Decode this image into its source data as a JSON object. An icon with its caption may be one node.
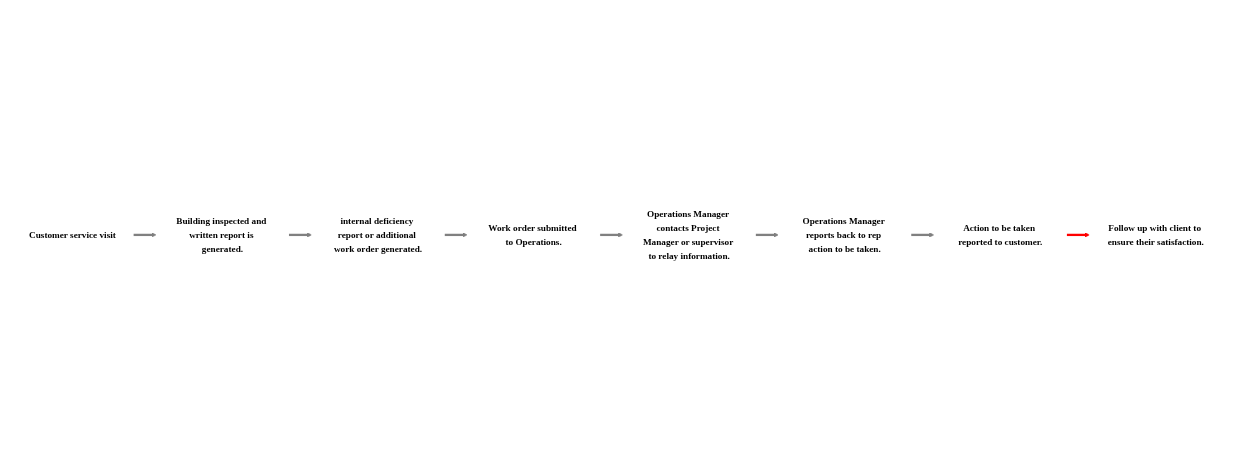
{
  "diagram": {
    "nodes": [
      {
        "text": [
          "Customer service visit"
        ]
      },
      {
        "text": [
          "Building inspected and written report is generated."
        ]
      },
      {
        "text": [
          "internal deficiency report or additional work order generated."
        ]
      },
      {
        "text": [
          "Work order submitted to Operations."
        ]
      },
      {
        "text": [
          "Operations Manager contacts Project Manager or supervisor to relay information."
        ]
      },
      {
        "text": [
          "Operations Manager reports back to rep action to be taken."
        ]
      },
      {
        "text": [
          "Action to be taken reported to customer."
        ]
      },
      {
        "text": [
          "Follow up with client to ensure their satisfaction."
        ]
      }
    ],
    "edges": [
      {
        "from": 0,
        "to": 1,
        "arrow": "to"
      },
      {
        "from": 1,
        "to": 2,
        "arrow": "to"
      },
      {
        "from": 2,
        "to": 3,
        "arrow": "to"
      },
      {
        "from": 3,
        "to": 4,
        "arrow": "to"
      },
      {
        "from": 4,
        "to": 5,
        "arrow": "to"
      },
      {
        "from": 5,
        "to": 6,
        "arrow": "to"
      },
      {
        "from": 6,
        "to": 7,
        "arrow": "to",
        "color": "#ff0000"
      }
    ]
  }
}
